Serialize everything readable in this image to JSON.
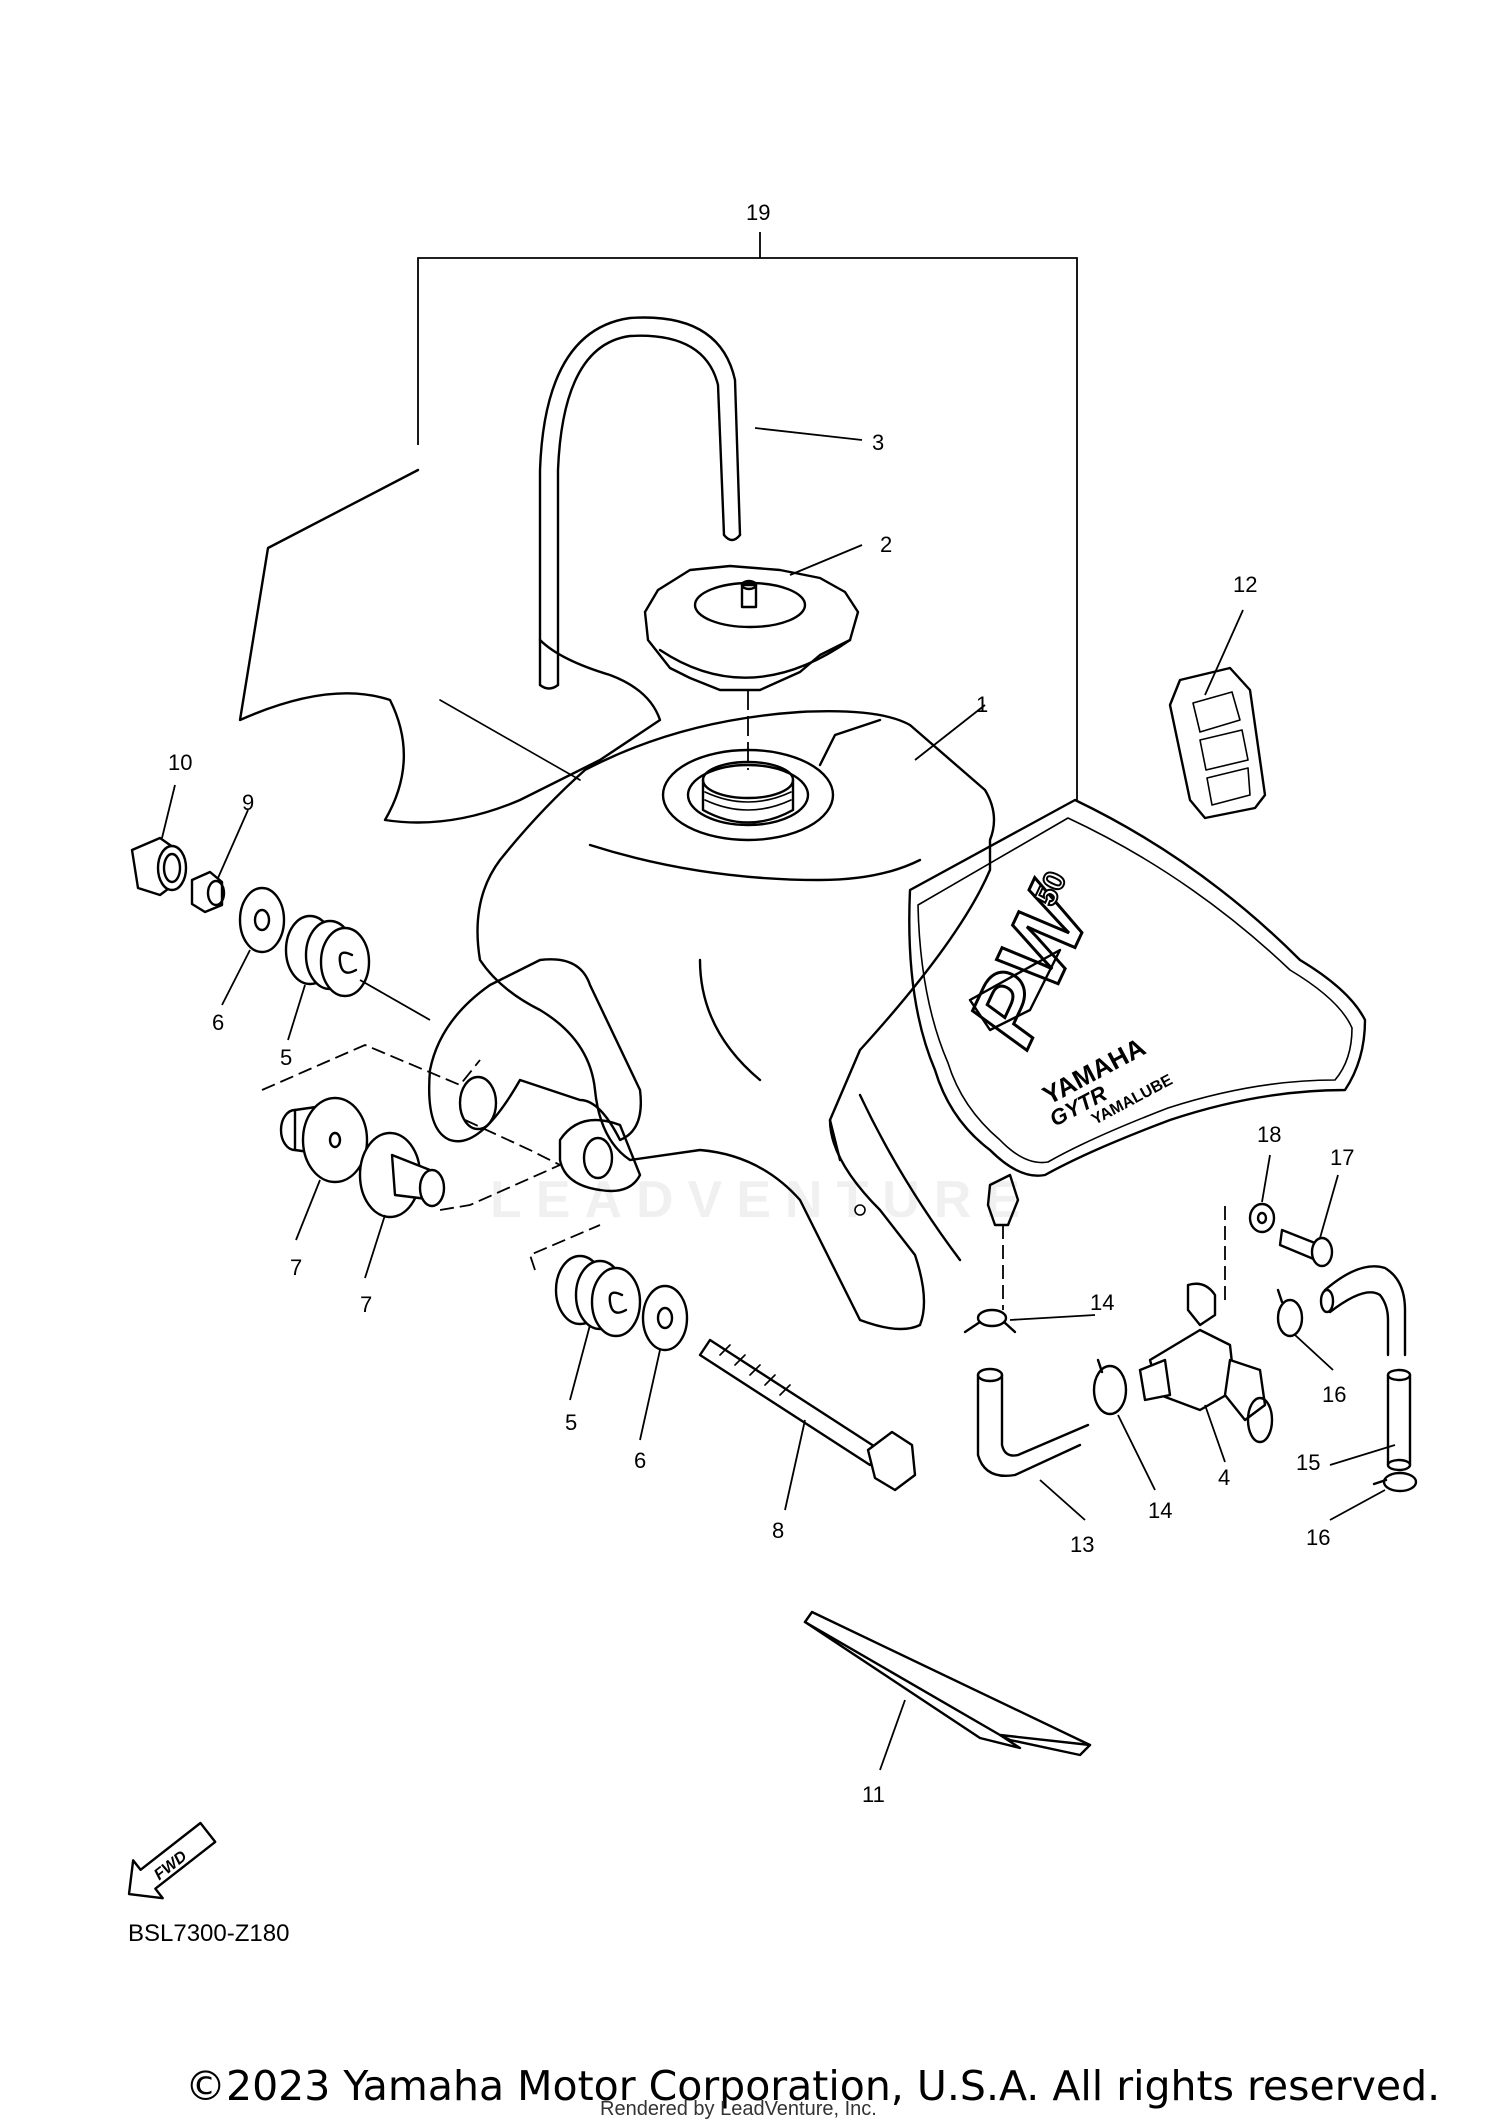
{
  "diagram": {
    "code": "BSL7300-Z180",
    "fwd_label": "FWD",
    "decal": {
      "model_text": "PW",
      "model_number": "50",
      "brand": "YAMAHA",
      "sub_brand": "GYTR",
      "lube_brand": "YAMALUBE"
    },
    "callouts": {
      "c1": "1",
      "c2": "2",
      "c3": "3",
      "c4": "4",
      "c5a": "5",
      "c5b": "5",
      "c6a": "6",
      "c6b": "6",
      "c7a": "7",
      "c7b": "7",
      "c8": "8",
      "c9": "9",
      "c10": "10",
      "c11": "11",
      "c12": "12",
      "c13": "13",
      "c14a": "14",
      "c14b": "14",
      "c15": "15",
      "c16a": "16",
      "c16b": "16",
      "c17": "17",
      "c18": "18",
      "c19": "19"
    }
  },
  "footer": {
    "copyright": "©2023 Yamaha Motor Corporation, U.S.A. All rights reserved.",
    "rendered_by": "Rendered by LeadVenture, Inc."
  },
  "watermark": "LEADVENTURE"
}
